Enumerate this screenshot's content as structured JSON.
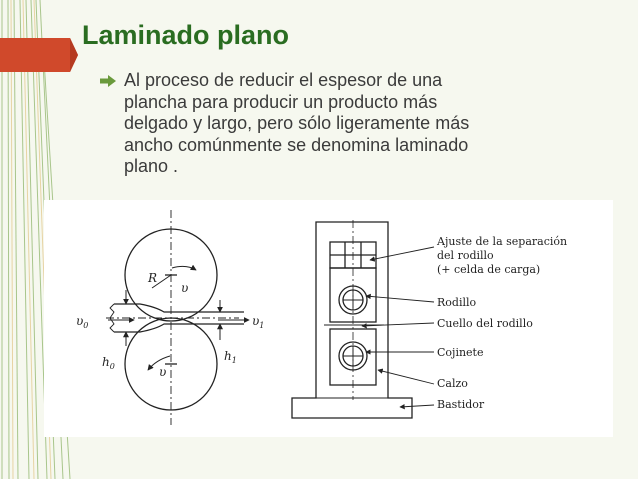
{
  "slide": {
    "title": "Laminado plano",
    "bullet_icon": "arrow-right-icon",
    "bullet_lines": [
      "Al proceso de reducir el espesor de una",
      "plancha para producir un producto más",
      "delgado  y largo, pero sólo ligeramente más",
      "ancho comúnmente se denomina laminado",
      "plano ."
    ]
  },
  "figure": {
    "left_diagram": {
      "radius_symbol": "R",
      "upper_velocity_symbol": "υ",
      "lower_velocity_symbol": "υ",
      "entry_velocity": "υ",
      "entry_velocity_sub": "0",
      "exit_velocity": "υ",
      "exit_velocity_sub": "1",
      "entry_thickness": "h",
      "entry_thickness_sub": "0",
      "exit_thickness": "h",
      "exit_thickness_sub": "1"
    },
    "right_labels": {
      "gap_adjust_1": "Ajuste de la separación",
      "gap_adjust_2": "del rodillo",
      "gap_adjust_3": "(+ celda de carga)",
      "roll": "Rodillo",
      "roll_neck": "Cuello del rodillo",
      "bearing": "Cojinete",
      "chock": "Calzo",
      "frame": "Bastidor"
    }
  },
  "colors": {
    "title": "#2a6d21",
    "accent_red": "#d0492b",
    "accent_green": "#6a9a3c",
    "text": "#3b3b3b",
    "background": "#f6f8ef"
  }
}
